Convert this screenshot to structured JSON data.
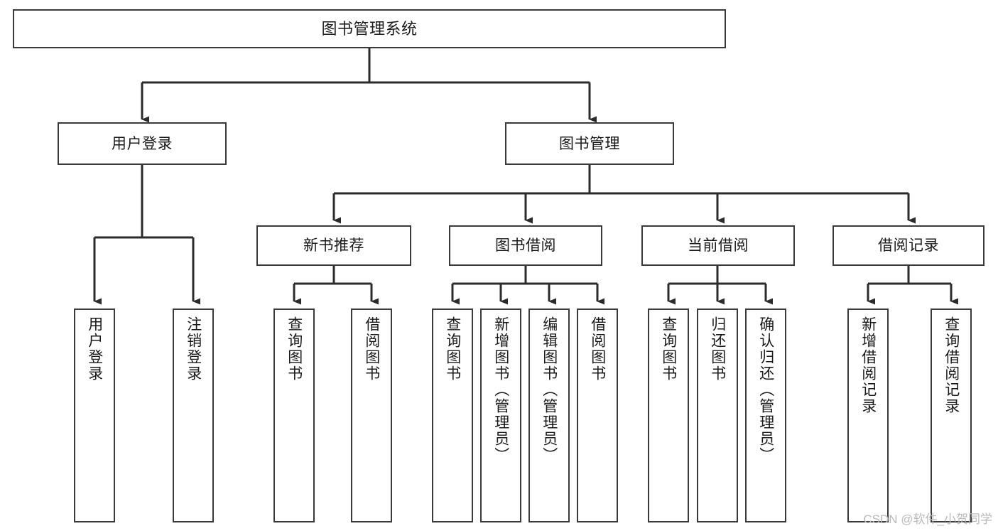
{
  "diagram": {
    "title": "图书管理系统",
    "type": "tree-hierarchy-chart",
    "colors": {
      "box_border": "#3a3a3a",
      "box_fill": "#ffffff",
      "edge": "#2b2b2b",
      "text": "#1a1a1a",
      "watermark": "#b9b9b9",
      "background": "#ffffff"
    },
    "nodes": {
      "root": {
        "label": "图书管理系统"
      },
      "level2": [
        {
          "id": "user-login",
          "label": "用户登录"
        },
        {
          "id": "book-management",
          "label": "图书管理"
        }
      ],
      "level3": [
        {
          "id": "new-book-recommend",
          "label": "新书推荐"
        },
        {
          "id": "book-borrow",
          "label": "图书借阅"
        },
        {
          "id": "current-borrow",
          "label": "当前借阅"
        },
        {
          "id": "borrow-record",
          "label": "借阅记录"
        }
      ],
      "leaves": {
        "user_login": [
          {
            "id": "leaf-user-login",
            "label": "用户登录"
          },
          {
            "id": "leaf-logout-login",
            "label": "注销登录"
          }
        ],
        "new_book_recommend": [
          {
            "id": "leaf-query-book-1",
            "label": "查询图书"
          },
          {
            "id": "leaf-borrow-book-1",
            "label": "借阅图书"
          }
        ],
        "book_borrow": [
          {
            "id": "leaf-query-book-2",
            "label": "查询图书"
          },
          {
            "id": "leaf-add-book",
            "label": "新增图书（管理员）"
          },
          {
            "id": "leaf-edit-book",
            "label": "编辑图书（管理员）"
          },
          {
            "id": "leaf-borrow-book-2",
            "label": "借阅图书"
          }
        ],
        "current_borrow": [
          {
            "id": "leaf-query-book-3",
            "label": "查询图书"
          },
          {
            "id": "leaf-return-book",
            "label": "归还图书"
          },
          {
            "id": "leaf-confirm-return",
            "label": "确认归还（管理员）"
          }
        ],
        "borrow_record": [
          {
            "id": "leaf-add-borrow-record",
            "label": "新增借阅记录"
          },
          {
            "id": "leaf-query-borrow-record",
            "label": "查询借阅记录"
          }
        ]
      }
    }
  },
  "watermark": {
    "text": "CSDN @软件_小贺同学"
  }
}
